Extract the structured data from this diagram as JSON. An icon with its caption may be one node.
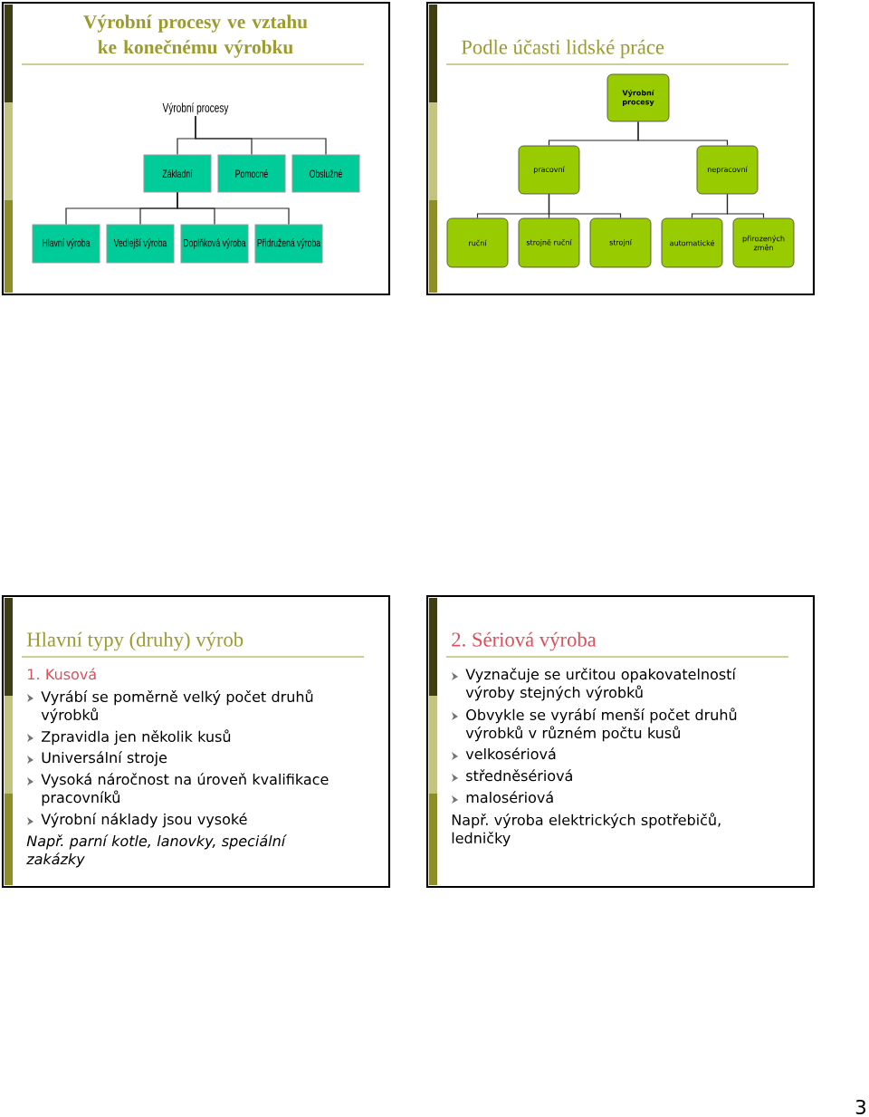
{
  "diagram": {
    "nodes": [
      {
        "text": [
          "Výrobní procesy ve vztahu ke konečnému výrobku"
        ]
      },
      {
        "text": [
          "Výrobní procesy"
        ],
        "in": 0
      },
      {
        "text": [
          "Základní"
        ],
        "in": 0
      },
      {
        "text": [
          "Pomocné"
        ],
        "in": 0
      },
      {
        "text": [
          "Obslužné"
        ],
        "in": 0
      },
      {
        "text": [
          "Hlavní výroba"
        ],
        "in": 0
      },
      {
        "text": [
          "Vedlejší výroba"
        ],
        "in": 0
      },
      {
        "text": [
          "Doplňková výroba"
        ],
        "in": 0
      },
      {
        "text": [
          "Přidružená výroba"
        ],
        "in": 0
      },
      {
        "text": [
          "Podle účasti lidské práce"
        ]
      },
      {
        "text": [
          "Výrobní procesy"
        ],
        "in": 9
      },
      {
        "text": [
          "pracovní"
        ],
        "in": 9
      },
      {
        "text": [
          "nepracovní"
        ],
        "in": 9
      },
      {
        "text": [
          "ruční"
        ],
        "in": 9
      },
      {
        "text": [
          "strojně ruční"
        ],
        "in": 9
      },
      {
        "text": [
          "strojní"
        ],
        "in": 9
      },
      {
        "text": [
          "automatické"
        ],
        "in": 9
      },
      {
        "text": [
          "přirozených změn"
        ],
        "in": 9
      },
      {
        "text": [
          "Hlavní typy (druhy) výrob",
          "1. Kusová",
          "Vyrábí se poměrně velký počet druhů výrobků",
          "Zpravidla jen několik kusů",
          "Universální stroje",
          "Vysoká náročnost na úroveň kvalifikace pracovníků",
          "Výrobní náklady jsou vysoké",
          "Např. parní kotle, lanovky, speciální zakázky"
        ]
      },
      {
        "text": [
          "2. Sériová výroba",
          "Vyznačuje se určitou opakovatelností výroby stejných výrobků",
          "Obvykle se vyrábí menší počet druhů výrobků v různém počtu kusů",
          "velkosériová",
          "středněsériová",
          "malosériová",
          "Např. výroba elektrických spotřebičů, ledničky"
        ]
      }
    ],
    "edges": [
      {
        "from": 1,
        "to": 2,
        "arrow": "none"
      },
      {
        "from": 1,
        "to": 3,
        "arrow": "none"
      },
      {
        "from": 1,
        "to": 4,
        "arrow": "none"
      },
      {
        "from": 2,
        "to": 5,
        "arrow": "none"
      },
      {
        "from": 2,
        "to": 6,
        "arrow": "none"
      },
      {
        "from": 2,
        "to": 7,
        "arrow": "none"
      },
      {
        "from": 2,
        "to": 8,
        "arrow": "none"
      },
      {
        "from": 10,
        "to": 11,
        "arrow": "none"
      },
      {
        "from": 10,
        "to": 12,
        "arrow": "none"
      },
      {
        "from": 11,
        "to": 13,
        "arrow": "none"
      },
      {
        "from": 11,
        "to": 14,
        "arrow": "none"
      },
      {
        "from": 11,
        "to": 15,
        "arrow": "none"
      },
      {
        "from": 12,
        "to": 16,
        "arrow": "none"
      },
      {
        "from": 12,
        "to": 17,
        "arrow": "none"
      }
    ],
    "labels": [
      "3"
    ]
  }
}
